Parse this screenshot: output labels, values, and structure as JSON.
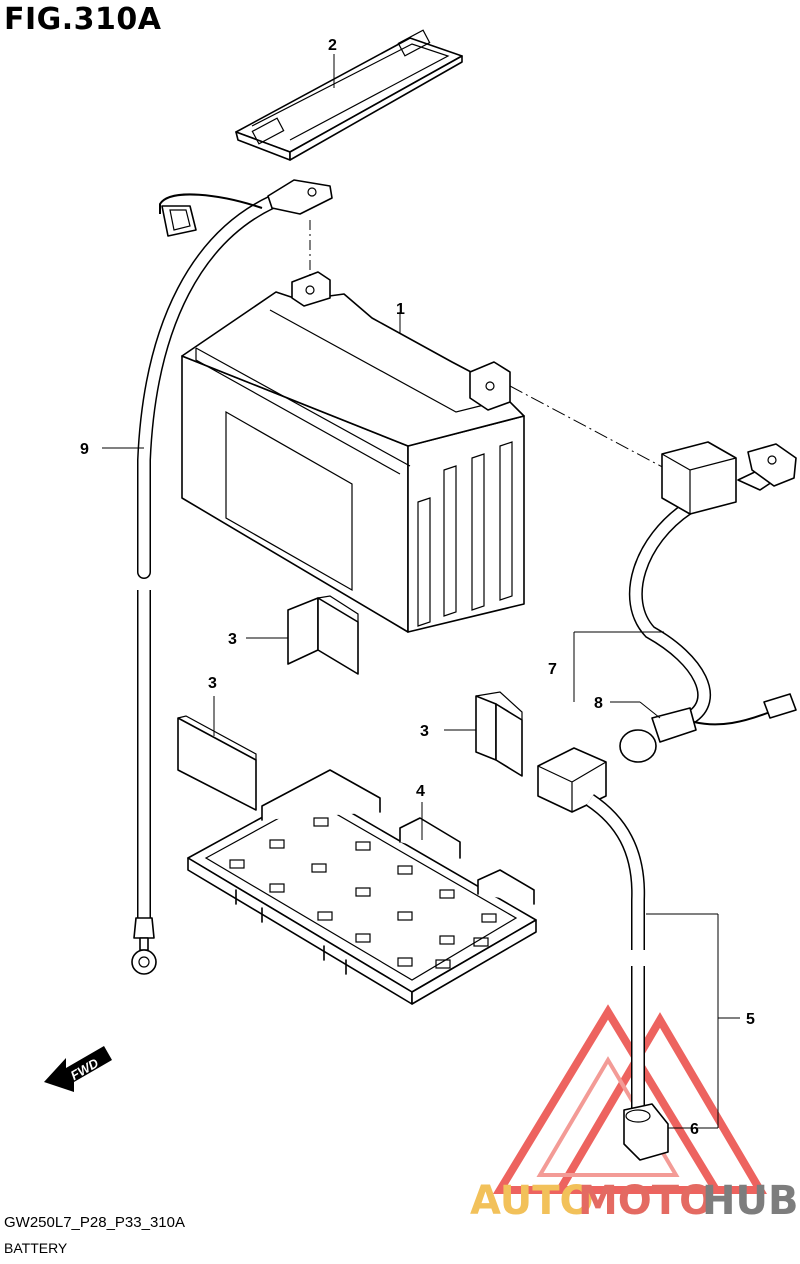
{
  "figure": {
    "title": "FIG.310A",
    "code": "GW250L7_P28_P33_310A",
    "name": "BATTERY"
  },
  "callouts": [
    "1",
    "2",
    "3",
    "3",
    "3",
    "4",
    "5",
    "6",
    "7",
    "8",
    "9"
  ],
  "fwd_arrow": {
    "label": "FWD"
  },
  "watermark": {
    "part1": "AUTO",
    "part2": "MOTO",
    "part3": "HUB",
    "color1": "#f2c15a",
    "color2": "#e46a62",
    "color3": "#7d7d7d"
  },
  "colors": {
    "line": "#000000",
    "background": "#ffffff",
    "watermark_red": "#e8302a"
  }
}
